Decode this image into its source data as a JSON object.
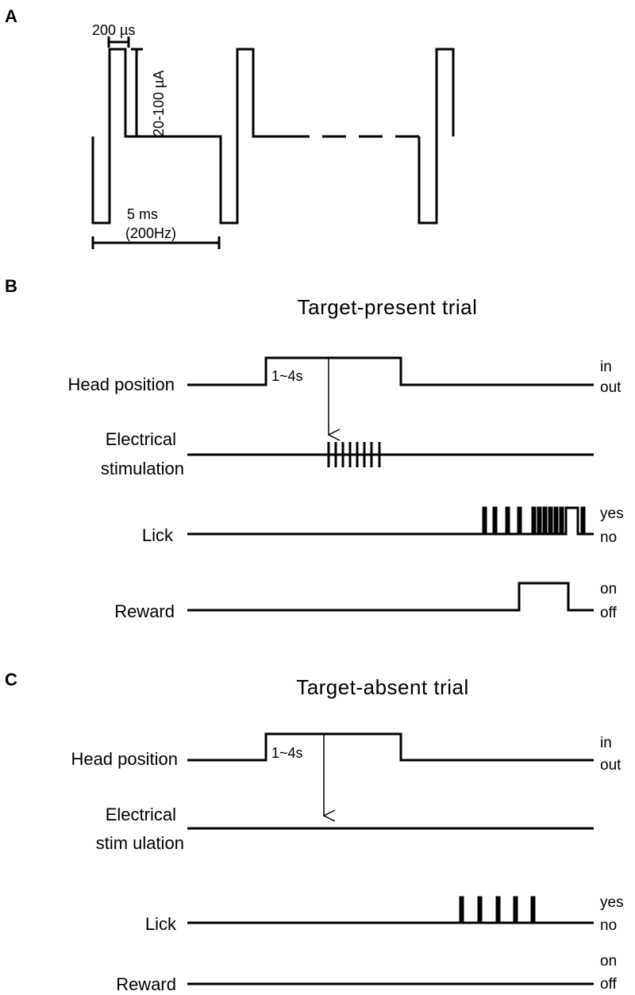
{
  "panels": {
    "a": "A",
    "b": "B",
    "c": "C"
  },
  "waveform": {
    "pulse_width_label": "200 µs",
    "amplitude_label": "20-100 µA",
    "period_label": "5 ms",
    "frequency_label": "(200Hz)"
  },
  "trial_present": {
    "title": "Target-present trial",
    "head_position_label": "Head position",
    "head_states": [
      "in",
      "out"
    ],
    "delay_label": "1~4s",
    "stim_label_line1": "Electrical",
    "stim_label_line2": "stimulation",
    "lick_label": "Lick",
    "lick_states": [
      "yes",
      "no"
    ],
    "reward_label": "Reward",
    "reward_states": [
      "on",
      "off"
    ]
  },
  "trial_absent": {
    "title": "Target-absent trial",
    "head_position_label": "Head position",
    "head_states": [
      "in",
      "out"
    ],
    "delay_label": "1~4s",
    "stim_label_line1": "Electrical",
    "stim_label_line2": "stim ulation",
    "lick_label": "Lick",
    "lick_states": [
      "yes",
      "no"
    ],
    "reward_label": "Reward",
    "reward_states": [
      "on",
      "off"
    ]
  }
}
